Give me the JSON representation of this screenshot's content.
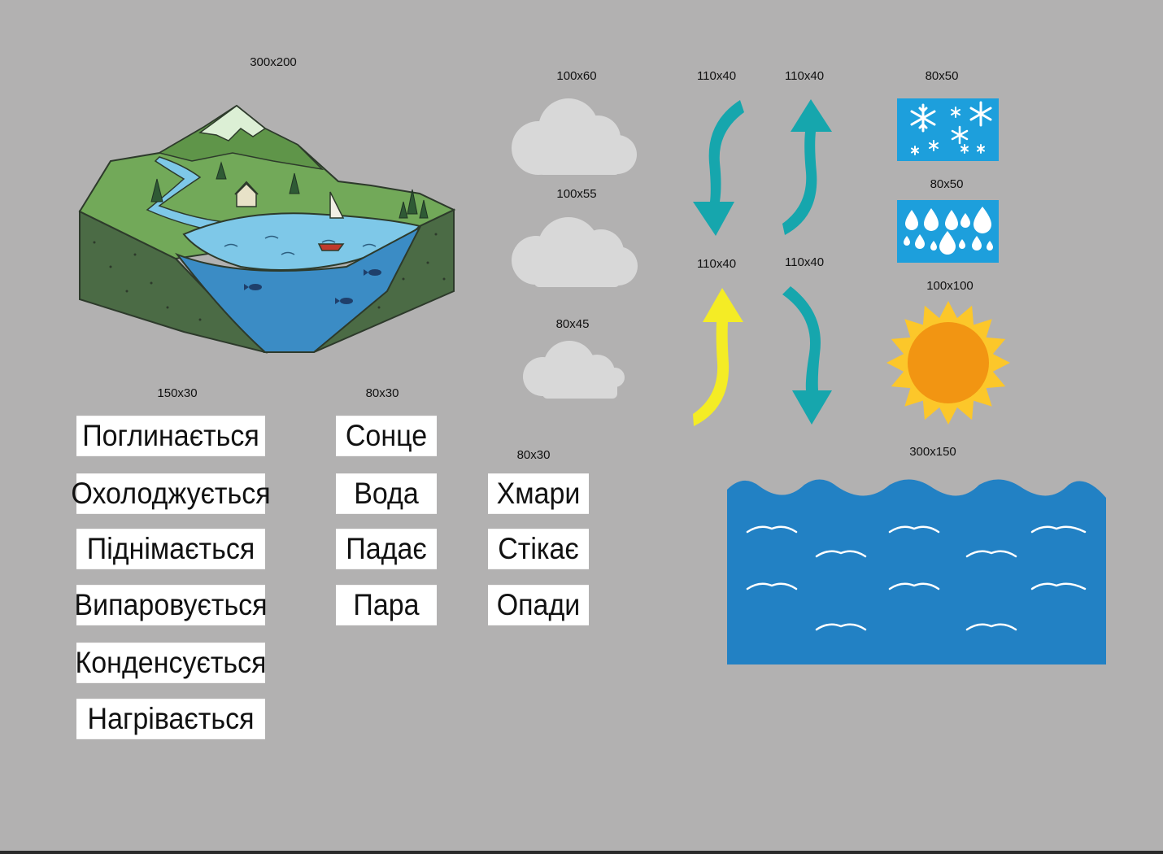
{
  "size_labels": {
    "landscape": "300x200",
    "cloud_large": "100x60",
    "cloud_medium": "100x55",
    "cloud_small": "80x45",
    "arrow_down_top": "110x40",
    "arrow_up_top": "110x40",
    "arrow_up_bottom": "110x40",
    "arrow_down_bottom": "110x40",
    "snow": "80x50",
    "rain": "80x50",
    "sun": "100x100",
    "water": "300x150",
    "col1": "150x30",
    "col2": "80x30",
    "col3": "80x30"
  },
  "cards": {
    "col1": [
      "Поглинається",
      "Охолоджується",
      "Піднімається",
      "Випаровується",
      "Конденсується",
      "Нагрівається"
    ],
    "col2": [
      "Сонце",
      "Вода",
      "Падає",
      "Пара"
    ],
    "col3": [
      "Хмари",
      "Стікає",
      "Опади"
    ]
  },
  "colors": {
    "background": "#b2b1b1",
    "teal": "#16a6ad",
    "yellow": "#f4ec25",
    "sky_blue": "#1d9fdc",
    "water_blue": "#2281c4",
    "sun_orange": "#f29512",
    "sun_rays": "#fcc72a",
    "cloud": "#d8d8d8"
  },
  "icons": [
    "landscape-illustration",
    "cloud-icon",
    "curved-arrow-icon",
    "snowflake-icon",
    "raindrop-icon",
    "sun-icon",
    "water-waves-icon"
  ]
}
